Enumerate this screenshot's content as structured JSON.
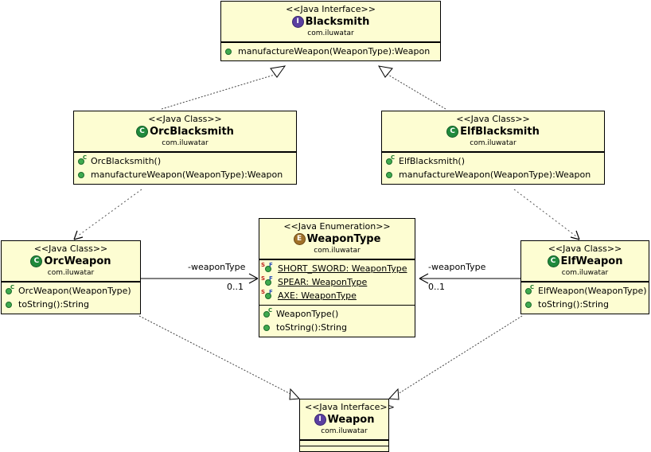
{
  "diagram": {
    "title": "Java UML Class Diagram",
    "kind": "uml-class-diagram",
    "background": "#ffffff",
    "node_fill": "#fdfdd2",
    "node_stroke": "#000000"
  },
  "nodes": {
    "blacksmith": {
      "stereotype": "<<Java Interface>>",
      "name": "Blacksmith",
      "package": "com.iluwatar",
      "icon": "interface-icon",
      "icon_letter": "I",
      "methods": [
        {
          "label": "manufactureWeapon(WeaponType):Weapon",
          "icon": "public-method-icon",
          "kind": "method"
        }
      ]
    },
    "orc_blacksmith": {
      "stereotype": "<<Java Class>>",
      "name": "OrcBlacksmith",
      "package": "com.iluwatar",
      "icon": "class-icon",
      "icon_letter": "C",
      "methods": [
        {
          "label": "OrcBlacksmith()",
          "icon": "public-constructor-icon",
          "kind": "constructor"
        },
        {
          "label": "manufactureWeapon(WeaponType):Weapon",
          "icon": "public-method-icon",
          "kind": "method"
        }
      ]
    },
    "elf_blacksmith": {
      "stereotype": "<<Java Class>>",
      "name": "ElfBlacksmith",
      "package": "com.iluwatar",
      "icon": "class-icon",
      "icon_letter": "C",
      "methods": [
        {
          "label": "ElfBlacksmith()",
          "icon": "public-constructor-icon",
          "kind": "constructor"
        },
        {
          "label": "manufactureWeapon(WeaponType):Weapon",
          "icon": "public-method-icon",
          "kind": "method"
        }
      ]
    },
    "orc_weapon": {
      "stereotype": "<<Java Class>>",
      "name": "OrcWeapon",
      "package": "com.iluwatar",
      "icon": "class-icon",
      "icon_letter": "C",
      "methods": [
        {
          "label": "OrcWeapon(WeaponType)",
          "icon": "public-constructor-icon",
          "kind": "constructor"
        },
        {
          "label": "toString():String",
          "icon": "public-method-icon",
          "kind": "method"
        }
      ]
    },
    "elf_weapon": {
      "stereotype": "<<Java Class>>",
      "name": "ElfWeapon",
      "package": "com.iluwatar",
      "icon": "class-icon",
      "icon_letter": "C",
      "methods": [
        {
          "label": "ElfWeapon(WeaponType)",
          "icon": "public-constructor-icon",
          "kind": "constructor"
        },
        {
          "label": "toString():String",
          "icon": "public-method-icon",
          "kind": "method"
        }
      ]
    },
    "weapon_type": {
      "stereotype": "<<Java Enumeration>>",
      "name": "WeaponType",
      "package": "com.iluwatar",
      "icon": "enum-icon",
      "icon_letter": "E",
      "fields": [
        {
          "label": "SHORT_SWORD: WeaponType",
          "icon": "static-final-field-icon",
          "kind": "static-final-field"
        },
        {
          "label": "SPEAR: WeaponType",
          "icon": "static-final-field-icon",
          "kind": "static-final-field"
        },
        {
          "label": "AXE: WeaponType",
          "icon": "static-final-field-icon",
          "kind": "static-final-field"
        }
      ],
      "methods": [
        {
          "label": "WeaponType()",
          "icon": "public-constructor-icon",
          "kind": "constructor"
        },
        {
          "label": "toString():String",
          "icon": "public-method-icon",
          "kind": "method"
        }
      ]
    },
    "weapon": {
      "stereotype": "<<Java Interface>>",
      "name": "Weapon",
      "package": "com.iluwatar",
      "icon": "interface-icon",
      "icon_letter": "I",
      "fields": [],
      "methods": []
    }
  },
  "edges": {
    "orc_blacksmith_realizes_blacksmith": {
      "type": "realization",
      "style": "dotted",
      "arrow": "hollow-triangle"
    },
    "elf_blacksmith_realizes_blacksmith": {
      "type": "realization",
      "style": "dotted",
      "arrow": "hollow-triangle"
    },
    "orc_blacksmith_depends_orc_weapon": {
      "type": "dependency",
      "style": "dotted",
      "arrow": "open"
    },
    "elf_blacksmith_depends_elf_weapon": {
      "type": "dependency",
      "style": "dotted",
      "arrow": "open"
    },
    "orc_weapon_realizes_weapon": {
      "type": "realization",
      "style": "dotted",
      "arrow": "hollow-triangle"
    },
    "elf_weapon_realizes_weapon": {
      "type": "realization",
      "style": "dotted",
      "arrow": "hollow-triangle"
    },
    "orc_weapon_to_weapon_type": {
      "type": "association",
      "style": "solid",
      "arrow": "open",
      "role": "-weaponType",
      "multiplicity": "0..1"
    },
    "elf_weapon_to_weapon_type": {
      "type": "association",
      "style": "solid",
      "arrow": "open",
      "role": "-weaponType",
      "multiplicity": "0..1"
    }
  }
}
